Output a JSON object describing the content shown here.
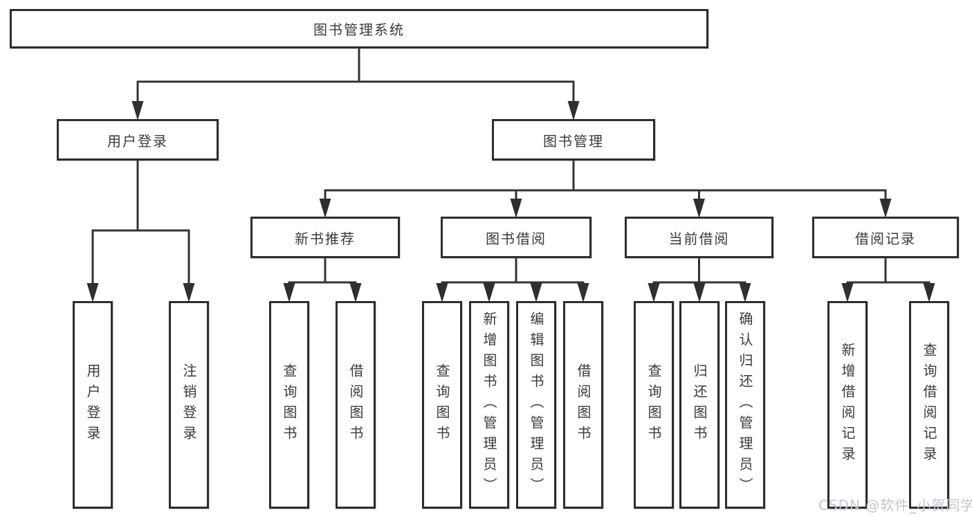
{
  "diagram": {
    "title": "图书管理系统",
    "nodes": [
      {
        "id": "root",
        "label": "图书管理系统"
      },
      {
        "id": "user-login",
        "label": "用户登录"
      },
      {
        "id": "book-mgmt",
        "label": "图书管理"
      },
      {
        "id": "new-book-rec",
        "label": "新书推荐"
      },
      {
        "id": "book-borrow",
        "label": "图书借阅"
      },
      {
        "id": "current-borrow",
        "label": "当前借阅"
      },
      {
        "id": "borrow-record",
        "label": "借阅记录"
      },
      {
        "id": "login-leaf",
        "label": "用户登录"
      },
      {
        "id": "logout-leaf",
        "label": "注销登录"
      },
      {
        "id": "rec-query",
        "label": "查询图书"
      },
      {
        "id": "rec-borrow",
        "label": "借阅图书"
      },
      {
        "id": "bb-query",
        "label": "查询图书"
      },
      {
        "id": "bb-add",
        "label": "新增图书（管理员）"
      },
      {
        "id": "bb-edit",
        "label": "编辑图书（管理员）"
      },
      {
        "id": "bb-borrow",
        "label": "借阅图书"
      },
      {
        "id": "cb-query",
        "label": "查询图书"
      },
      {
        "id": "cb-return",
        "label": "归还图书"
      },
      {
        "id": "cb-confirm",
        "label": "确认归还（管理员）"
      },
      {
        "id": "br-add",
        "label": "新增借阅记录"
      },
      {
        "id": "br-query",
        "label": "查询借阅记录"
      }
    ],
    "edges": [
      {
        "from": "root",
        "to": "user-login"
      },
      {
        "from": "root",
        "to": "book-mgmt"
      },
      {
        "from": "user-login",
        "to": "login-leaf"
      },
      {
        "from": "user-login",
        "to": "logout-leaf"
      },
      {
        "from": "book-mgmt",
        "to": "new-book-rec"
      },
      {
        "from": "book-mgmt",
        "to": "book-borrow"
      },
      {
        "from": "book-mgmt",
        "to": "current-borrow"
      },
      {
        "from": "book-mgmt",
        "to": "borrow-record"
      },
      {
        "from": "new-book-rec",
        "to": "rec-query"
      },
      {
        "from": "new-book-rec",
        "to": "rec-borrow"
      },
      {
        "from": "book-borrow",
        "to": "bb-query"
      },
      {
        "from": "book-borrow",
        "to": "bb-add"
      },
      {
        "from": "book-borrow",
        "to": "bb-edit"
      },
      {
        "from": "book-borrow",
        "to": "bb-borrow"
      },
      {
        "from": "current-borrow",
        "to": "cb-query"
      },
      {
        "from": "current-borrow",
        "to": "cb-return"
      },
      {
        "from": "current-borrow",
        "to": "cb-confirm"
      },
      {
        "from": "borrow-record",
        "to": "br-add"
      },
      {
        "from": "borrow-record",
        "to": "br-query"
      }
    ]
  },
  "watermark": {
    "text": "CSDN @软件_小贺同学"
  },
  "colors": {
    "line": "#333333",
    "box_border": "#2d2d2d",
    "text": "#3a3a3a",
    "watermark": "#c8c4cf",
    "background": "#ffffff"
  }
}
